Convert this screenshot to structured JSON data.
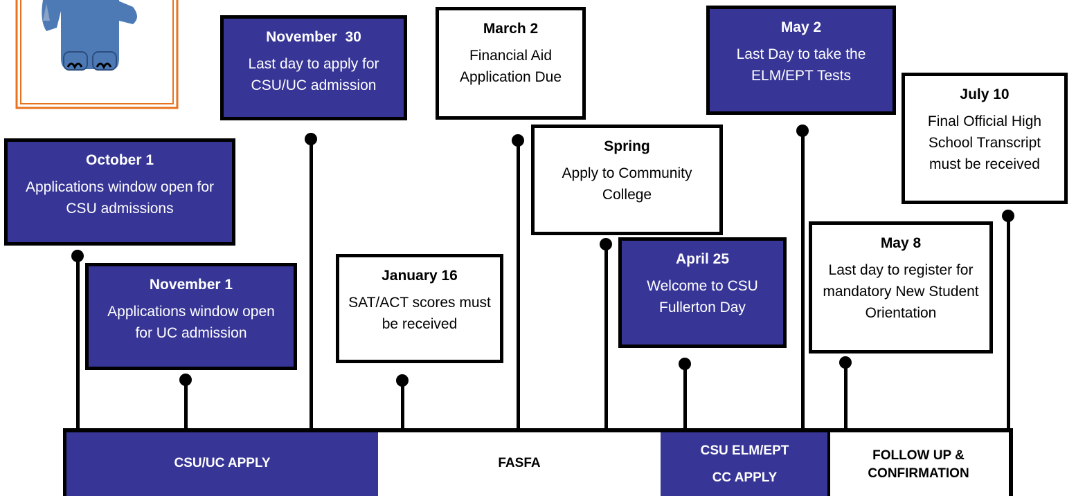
{
  "events": [
    {
      "date": "October 1",
      "text": "Applications window open for CSU admissions",
      "style": "blue"
    },
    {
      "date": "November 1",
      "text": "Applications window open for UC admission",
      "style": "blue"
    },
    {
      "date": "November  30",
      "text": "Last day to apply for CSU/UC admission",
      "style": "blue"
    },
    {
      "date": "January 16",
      "text": "SAT/ACT scores must be received",
      "style": "white"
    },
    {
      "date": "March 2",
      "text": "Financial Aid Application Due",
      "style": "white"
    },
    {
      "date": "Spring",
      "text": "Apply to Community College",
      "style": "white"
    },
    {
      "date": "April 25",
      "text": "Welcome to CSU Fullerton Day",
      "style": "blue"
    },
    {
      "date": "May 2",
      "text": "Last Day to take the ELM/EPT Tests",
      "style": "blue"
    },
    {
      "date": "May 8",
      "text": "Last day to register for mandatory New Student Orientation",
      "style": "white"
    },
    {
      "date": "July 10",
      "text": "Final Official High School Transcript must be received",
      "style": "white"
    }
  ],
  "phases": [
    {
      "label": "CSU/UC APPLY",
      "style": "blue"
    },
    {
      "label": "FASFA",
      "style": "white"
    },
    {
      "label_line1": "CSU ELM/EPT",
      "label_line2": "CC APPLY",
      "style": "blue"
    },
    {
      "label_line1": "FOLLOW UP &",
      "label_line2": "CONFIRMATION",
      "style": "white"
    }
  ],
  "colors": {
    "accent_blue": "#373596",
    "frame_orange": "#e8731e",
    "mascot_blue": "#4d7ab5"
  },
  "mascot_icon": "elephant-mascot-icon"
}
